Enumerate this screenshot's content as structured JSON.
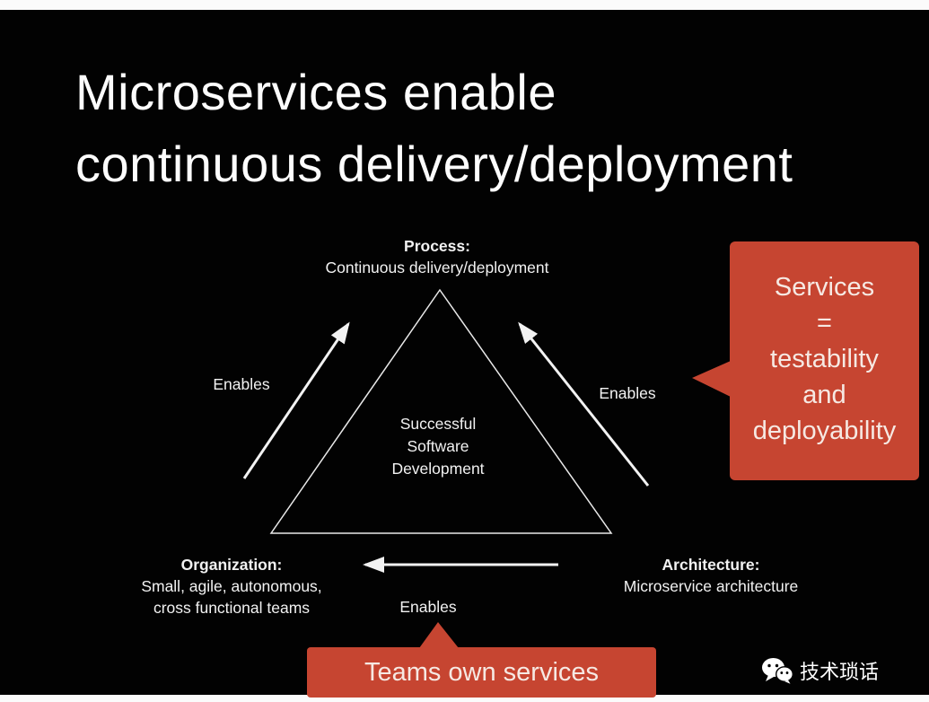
{
  "slide": {
    "title_line1": "Microservices enable",
    "title_line2": "continuous delivery/deployment",
    "background_color": "#020202",
    "text_color": "#ffffff"
  },
  "diagram": {
    "center": {
      "line1": "Successful",
      "line2": "Software",
      "line3": "Development"
    },
    "process": {
      "label": "Process:",
      "description": "Continuous delivery/deployment"
    },
    "organization": {
      "label": "Organization:",
      "description_line1": "Small, agile, autonomous,",
      "description_line2": "cross functional teams"
    },
    "architecture": {
      "label": "Architecture:",
      "description": "Microservice architecture"
    },
    "edge_left_label": "Enables",
    "edge_right_label": "Enables",
    "edge_bottom_label": "Enables"
  },
  "callouts": {
    "accent_color": "#c64531",
    "services": {
      "line1": "Services",
      "line2": "=",
      "line3": "testability",
      "line4": "and",
      "line5": "deployability"
    },
    "teams": {
      "text": "Teams own services"
    }
  },
  "footer": {
    "brand_name": "技术琐话",
    "brand_icon": "wechat-icon"
  }
}
